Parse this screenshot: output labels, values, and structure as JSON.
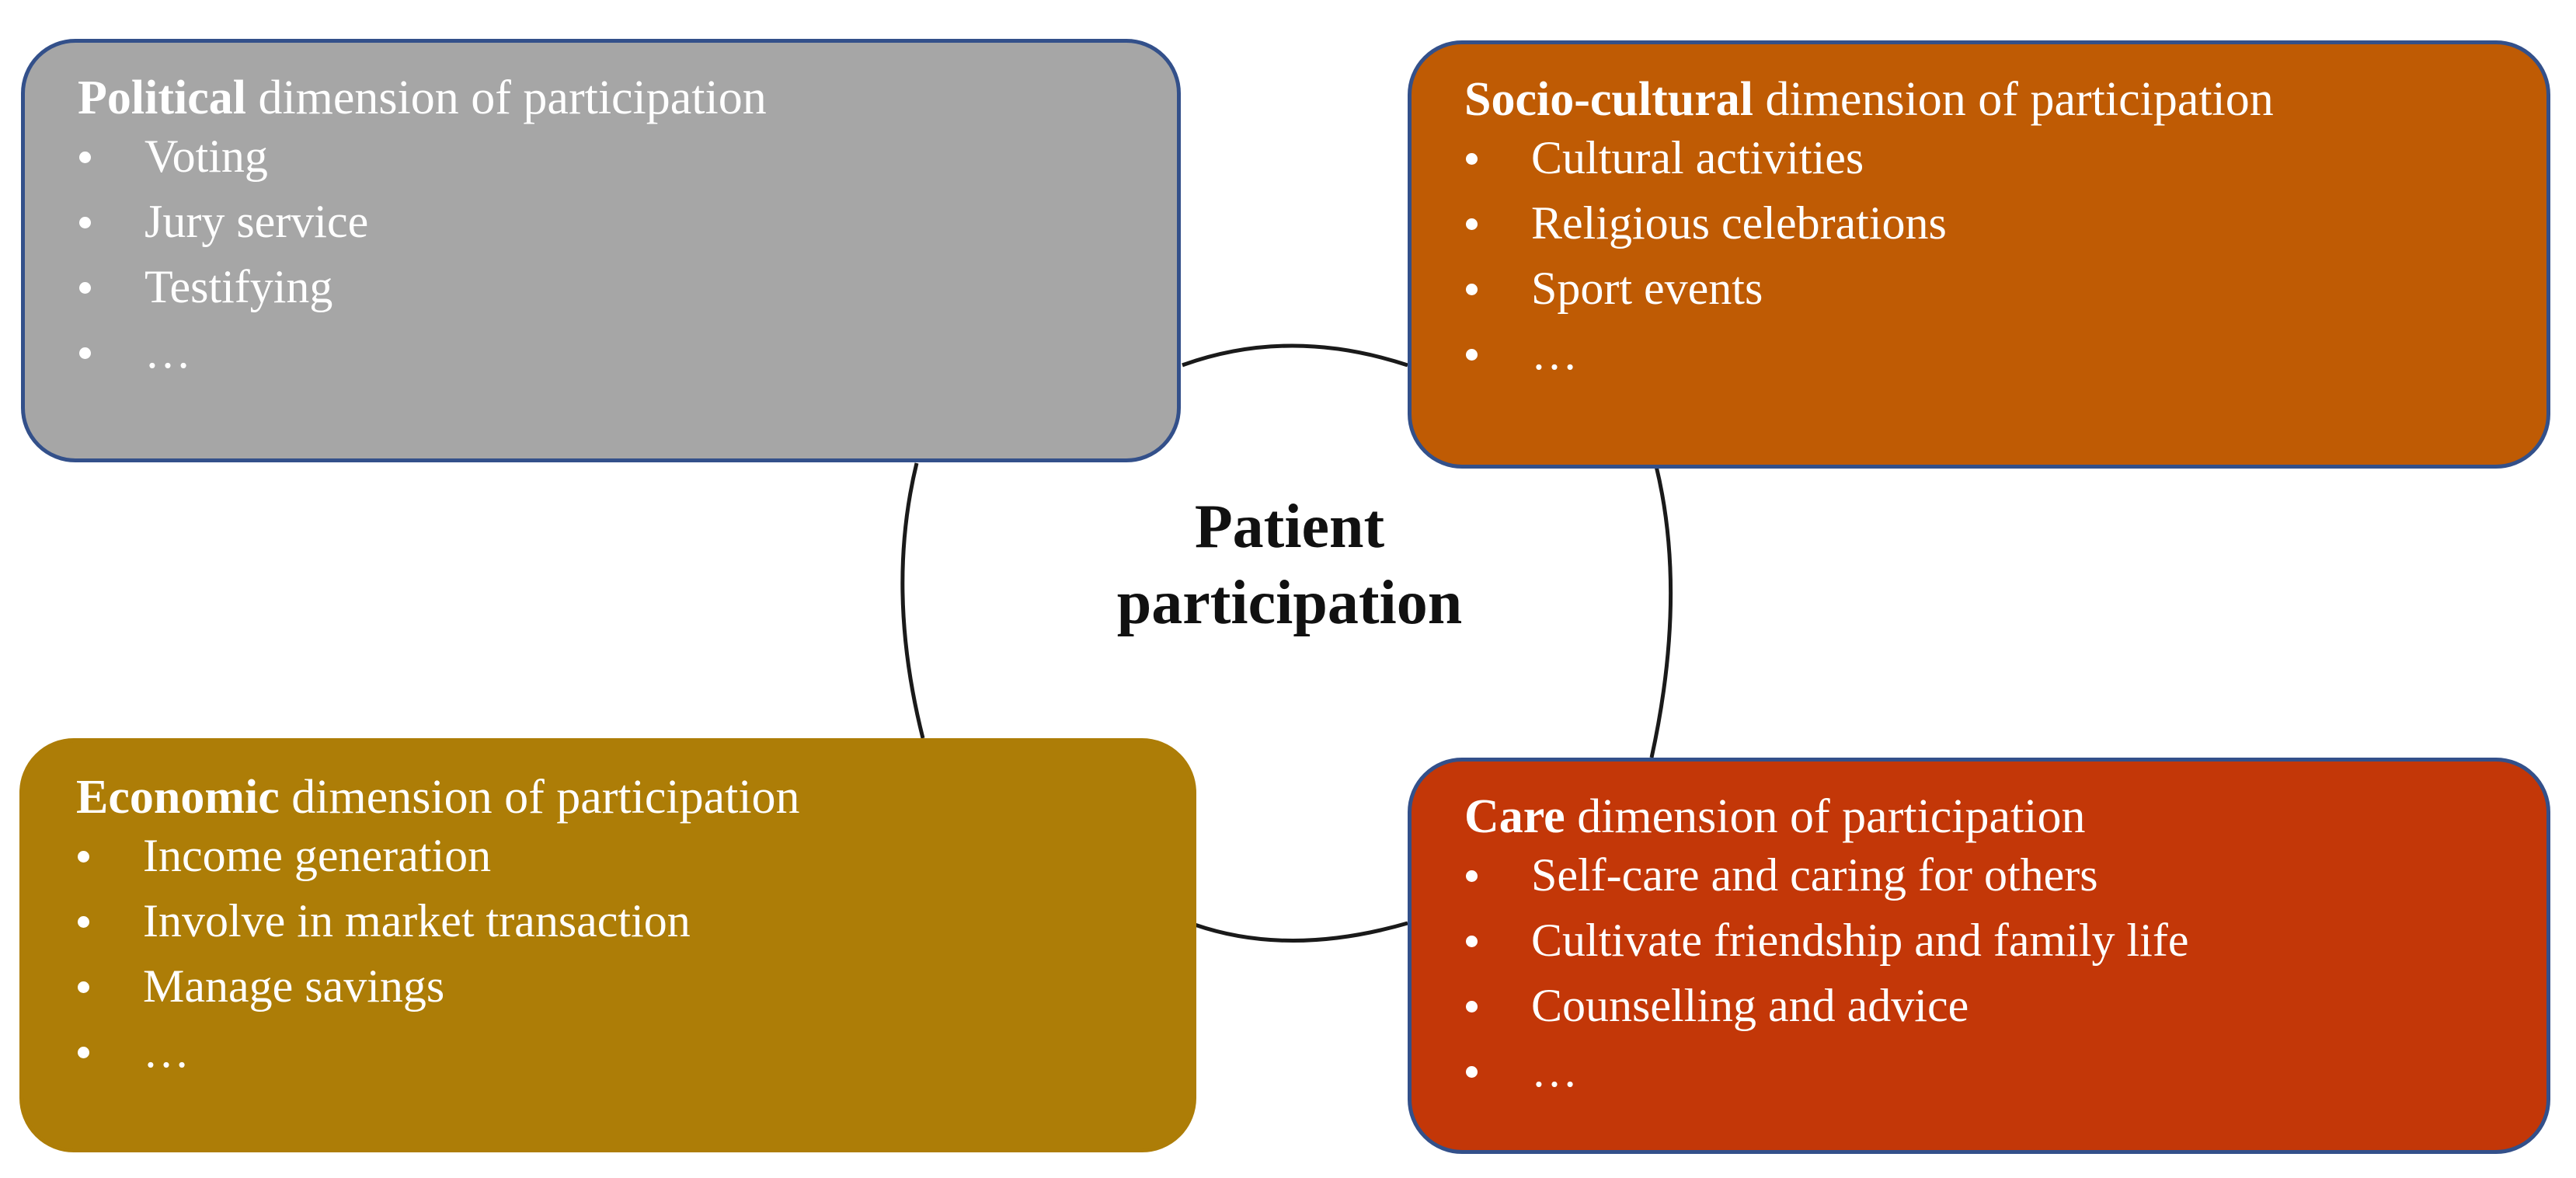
{
  "figure": {
    "center_label": {
      "line1": "Patient",
      "line2": "participation"
    },
    "colors": {
      "political_fill": "#A6A6A6",
      "socio_fill": "#BF5B04",
      "economic_fill": "#AD7D07",
      "care_fill": "#C33708",
      "box_border": "#33508A",
      "text": "#FFFFFF",
      "center_text": "#111111",
      "connector": "#1A1A1A",
      "background": "#FFFFFF"
    }
  },
  "boxes": {
    "political": {
      "lead": "Political",
      "rest": " dimension of participation",
      "items": [
        "Voting",
        "Jury service",
        "Testifying",
        "…"
      ]
    },
    "socio_cultural": {
      "lead": "Socio-cultural",
      "rest": " dimension of participation",
      "items": [
        "Cultural activities",
        "Religious celebrations",
        "Sport events",
        "…"
      ]
    },
    "economic": {
      "lead": "Economic",
      "rest": " dimension of participation",
      "items": [
        "Income generation",
        "Involve in market transaction",
        "Manage savings",
        "…"
      ]
    },
    "care": {
      "lead": "Care",
      "rest": " dimension of participation",
      "items": [
        "Self-care and caring for others",
        "Cultivate friendship and family life",
        "Counselling and advice",
        "…"
      ]
    }
  }
}
